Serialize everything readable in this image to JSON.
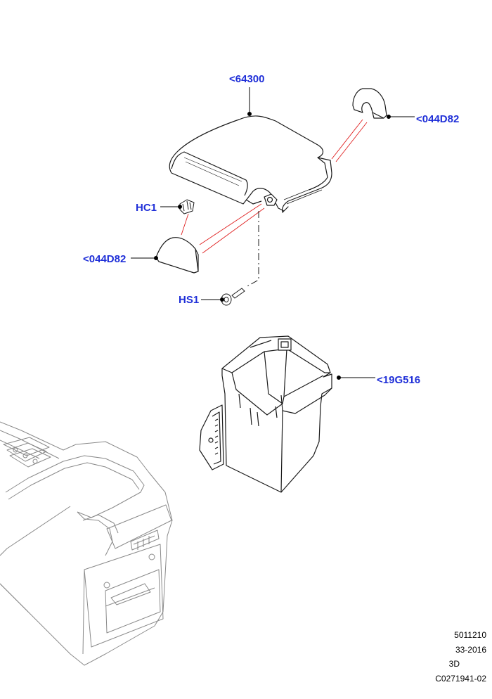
{
  "colors": {
    "callout": "#1f2fd8",
    "leader": "#000000",
    "line_art": "#1a1a1a",
    "ghost_art": "#8a8a8a",
    "mating_line": "#e02020"
  },
  "callouts": {
    "armrest_lid": "<64300",
    "end_cap_right": "<044D82",
    "clip": "HC1",
    "end_cap_left": "<044D82",
    "screw": "HS1",
    "storage_bin": "<19G516"
  },
  "footer": {
    "line1": "5011210",
    "line2": "33-2016",
    "line3": "3D",
    "line4": "C0271941-02"
  }
}
